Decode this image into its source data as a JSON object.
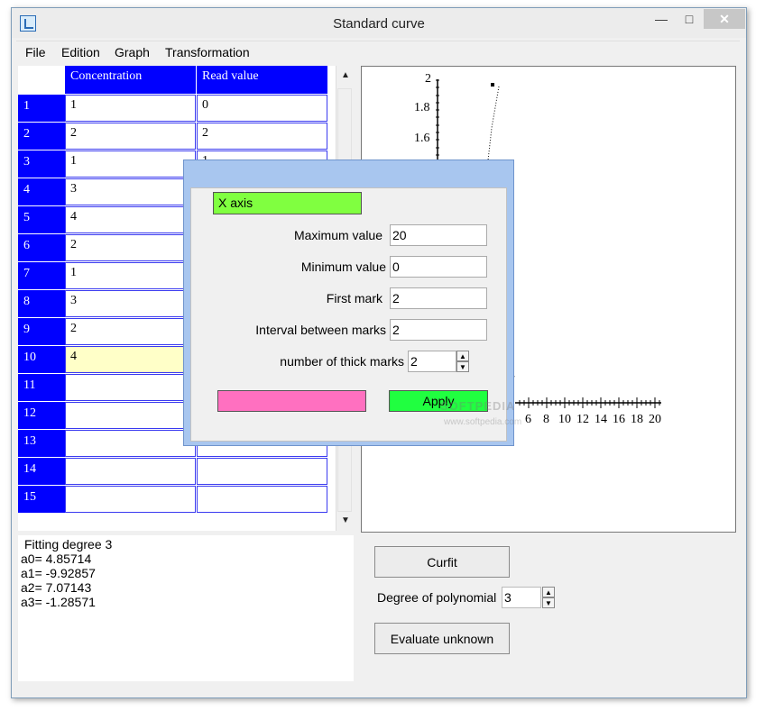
{
  "window": {
    "title": "Standard curve",
    "min": "—",
    "max": "□",
    "close": "✕"
  },
  "menu": [
    "File",
    "Edition",
    "Graph",
    "Transformation"
  ],
  "table": {
    "headers": [
      "Concentration",
      "Read value"
    ],
    "rows": [
      {
        "n": "1",
        "c": "1",
        "r": "0"
      },
      {
        "n": "2",
        "c": "2",
        "r": "2"
      },
      {
        "n": "3",
        "c": "1",
        "r": "1"
      },
      {
        "n": "4",
        "c": "3",
        "r": ""
      },
      {
        "n": "5",
        "c": "4",
        "r": ""
      },
      {
        "n": "6",
        "c": "2",
        "r": ""
      },
      {
        "n": "7",
        "c": "1",
        "r": ""
      },
      {
        "n": "8",
        "c": "3",
        "r": ""
      },
      {
        "n": "9",
        "c": "2",
        "r": ""
      },
      {
        "n": "10",
        "c": "4",
        "r": ""
      },
      {
        "n": "11",
        "c": "",
        "r": ""
      },
      {
        "n": "12",
        "c": "",
        "r": ""
      },
      {
        "n": "13",
        "c": "",
        "r": ""
      },
      {
        "n": "14",
        "c": "",
        "r": ""
      },
      {
        "n": "15",
        "c": "",
        "r": ""
      }
    ]
  },
  "results": [
    "Fitting degree 3",
    "a0= 4.85714",
    "a1= -9.92857",
    "a2= 7.07143",
    "a3= -1.28571"
  ],
  "graph": {
    "y_ticks": [
      "2",
      "1.8",
      "1.6"
    ],
    "x_ticks": [
      "6",
      "8",
      "10",
      "12",
      "14",
      "16",
      "18",
      "20"
    ]
  },
  "controls": {
    "curfit": "Curfit",
    "degree_label": "Degree of polynomial",
    "degree_value": "3",
    "evaluate": "Evaluate unknown"
  },
  "dialog": {
    "title": "X axis",
    "max_label": "Maximum value",
    "max_value": "20",
    "min_label": "Minimum value",
    "min_value": "0",
    "first_label": "First mark",
    "first_value": "2",
    "interval_label": "Interval between marks",
    "interval_value": "2",
    "thick_label": "number of thick marks",
    "thick_value": "2",
    "apply": "Apply"
  },
  "watermark": {
    "line1": "SOFTPEDIA",
    "line2": "www.softpedia.com"
  }
}
